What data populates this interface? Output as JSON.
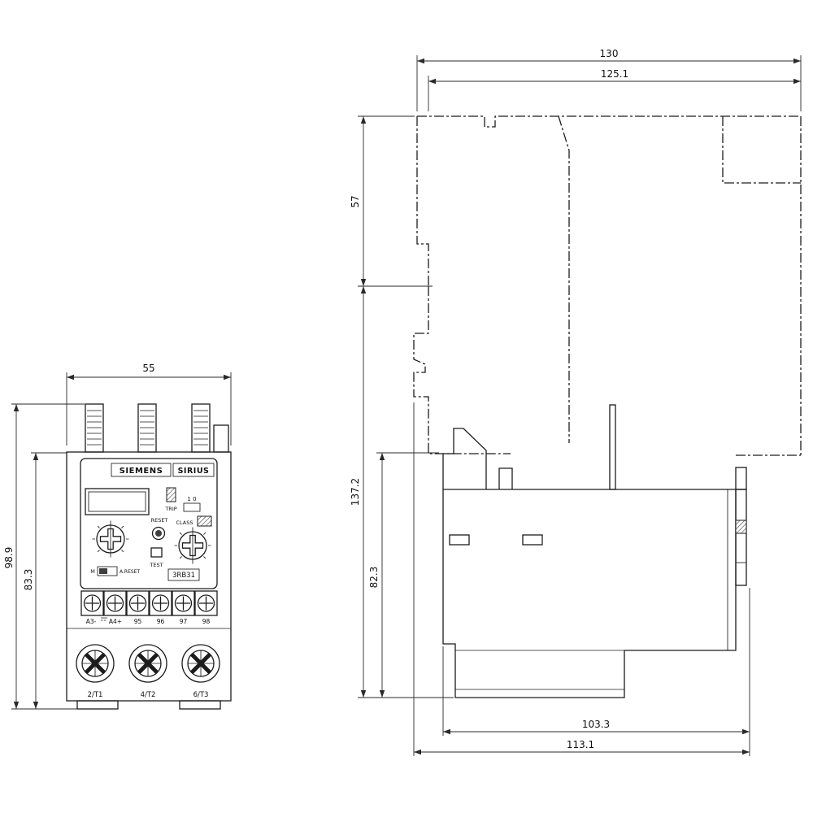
{
  "front_view": {
    "dimensions": {
      "width": "55",
      "height_total": "98.9",
      "height_body": "83.3"
    },
    "panel": {
      "brand": "SIEMENS",
      "series": "SIRIUS",
      "trip_label": "TRIP",
      "trip_positions": "1 0",
      "reset_label": "RESET",
      "class_label": "CLASS",
      "manual_label": "M",
      "auto_reset_label": "A.RESET",
      "test_label": "TEST",
      "model": "3RB31"
    },
    "terminals_top": [
      "A3-",
      "A4+",
      "95",
      "96",
      "97",
      "98"
    ],
    "terminals_bottom": [
      "2/T1",
      "4/T2",
      "6/T3"
    ],
    "icons": {
      "dc_symbol": "dc-voltage-icon"
    }
  },
  "side_view": {
    "dimensions": {
      "width_total": "130",
      "width_body": "125.1",
      "height_upper": "57",
      "height_overall": "137.2",
      "height_body": "82.3",
      "depth_body": "103.3",
      "depth_total": "113.1"
    }
  }
}
